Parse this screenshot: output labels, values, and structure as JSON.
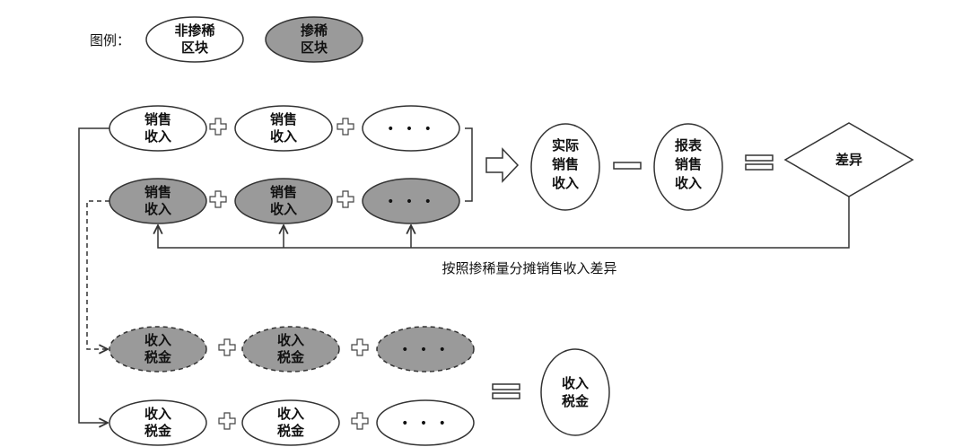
{
  "legend": {
    "title": "图例：",
    "unmixed": [
      "非掺稀",
      "区块"
    ],
    "mixed": [
      "掺稀",
      "区块"
    ]
  },
  "colors": {
    "mixed_fill": "#9a9a9a",
    "plain_fill": "#ffffff",
    "stroke": "#333333"
  },
  "sales": {
    "line1": "销售",
    "line2": "收入",
    "ellipsis": "• • •"
  },
  "calc": {
    "actual": [
      "实际",
      "销售",
      "收入"
    ],
    "reported": [
      "报表",
      "销售",
      "收入"
    ],
    "difference": "差异"
  },
  "allocation_caption": "按照掺稀量分摊销售收入差异",
  "tax": {
    "line1": "收入",
    "line2": "税金",
    "ellipsis": "• • •",
    "total": [
      "收入",
      "税金"
    ]
  }
}
